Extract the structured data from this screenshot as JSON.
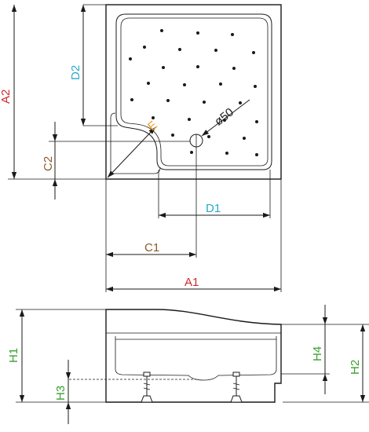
{
  "labels": {
    "A1": "A1",
    "A2": "A2",
    "C1": "C1",
    "C2": "C2",
    "D1": "D1",
    "D2": "D2",
    "E": "E",
    "drain_diameter": "ø50",
    "H1": "H1",
    "H2": "H2",
    "H3": "H3",
    "H4": "H4"
  },
  "colors": {
    "A": "#cc2b2b",
    "C": "#8a5a2b",
    "D": "#2aa8c8",
    "E": "#e89a1c",
    "H": "#3aa02e",
    "line": "#1a1a1a"
  },
  "views": [
    "top-view",
    "side-view"
  ]
}
